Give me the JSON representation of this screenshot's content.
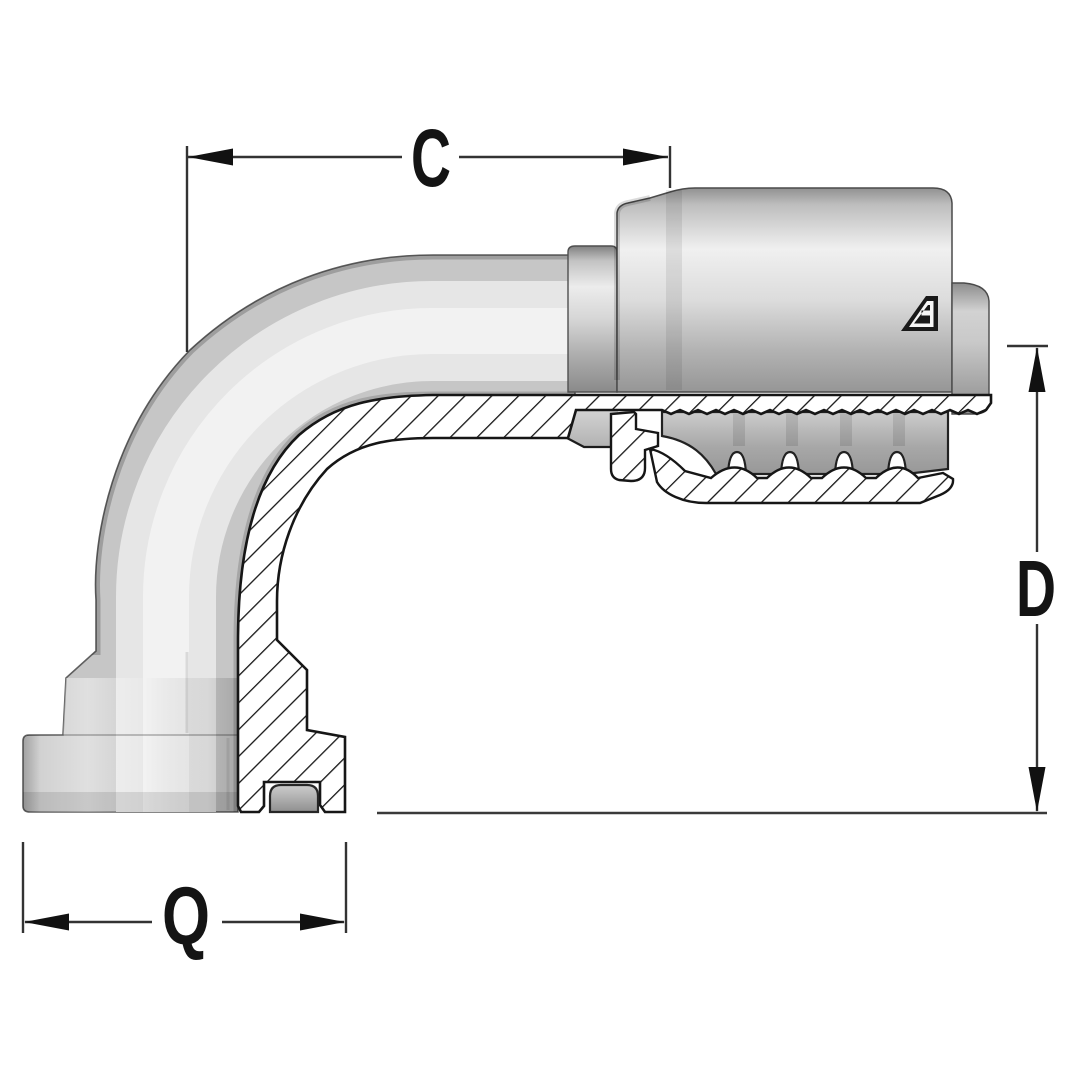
{
  "diagram": {
    "kind": "technical-cross-section-drawing",
    "dimension_labels": {
      "c": "C",
      "d": "D",
      "q": "Q"
    }
  },
  "logo": {
    "icon": "stylized-letter-a-mark"
  },
  "colors": {
    "background": "#ffffff",
    "metal_light": "#f0f0f0",
    "metal_mid": "#c9c9c9",
    "metal_dark": "#8e8e8e",
    "section_outline": "#161616",
    "dimension_line": "#333333"
  }
}
